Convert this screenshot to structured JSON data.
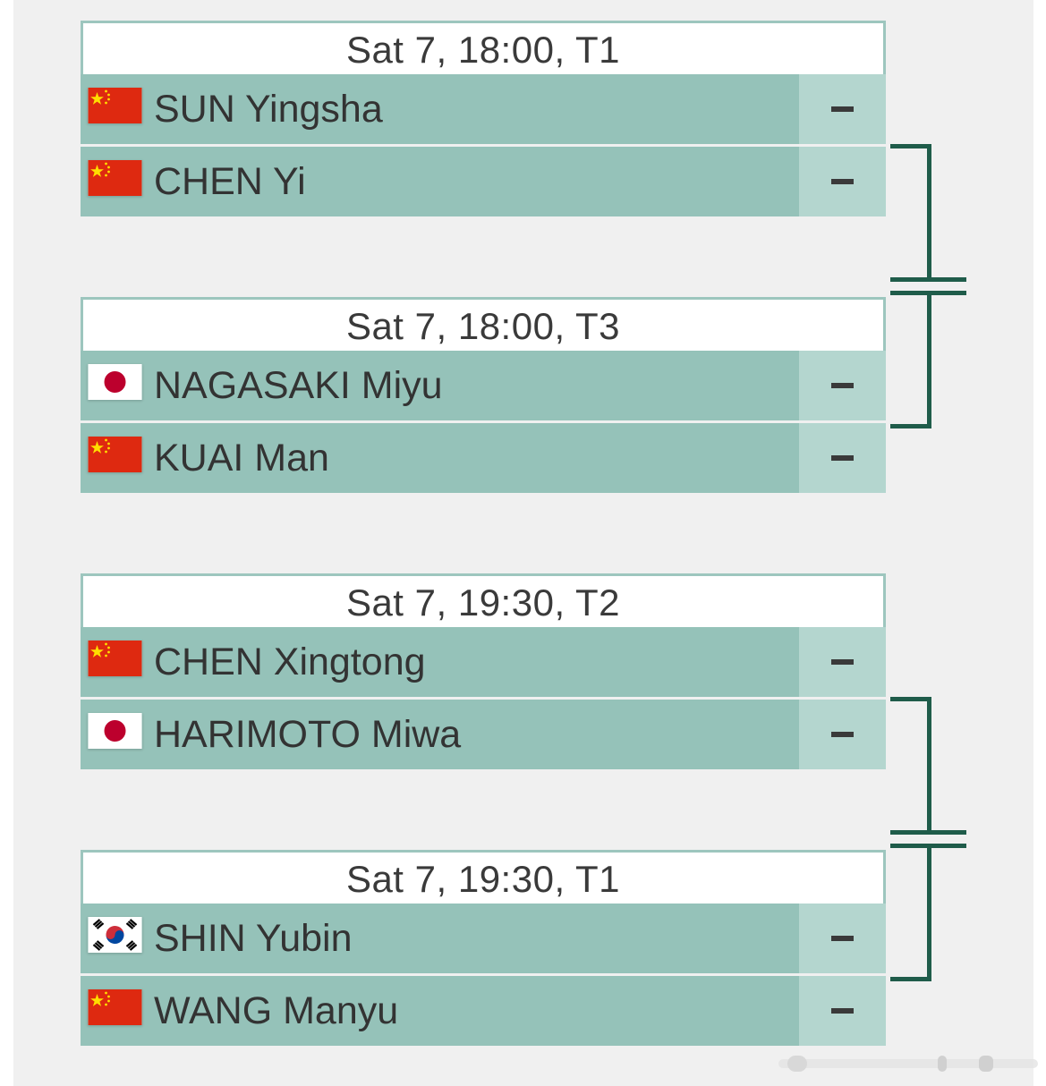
{
  "matches": [
    {
      "header": "Sat 7, 18:00, T1",
      "players": [
        {
          "name": "SUN Yingsha",
          "flag": "china-flag-icon",
          "score": "-"
        },
        {
          "name": "CHEN Yi",
          "flag": "china-flag-icon",
          "score": "-"
        }
      ]
    },
    {
      "header": "Sat 7, 18:00, T3",
      "players": [
        {
          "name": "NAGASAKI Miyu",
          "flag": "japan-flag-icon",
          "score": "-"
        },
        {
          "name": "KUAI Man",
          "flag": "china-flag-icon",
          "score": "-"
        }
      ]
    },
    {
      "header": "Sat 7, 19:30, T2",
      "players": [
        {
          "name": "CHEN Xingtong",
          "flag": "china-flag-icon",
          "score": "-"
        },
        {
          "name": "HARIMOTO Miwa",
          "flag": "japan-flag-icon",
          "score": "-"
        }
      ]
    },
    {
      "header": "Sat 7, 19:30, T1",
      "players": [
        {
          "name": "SHIN Yubin",
          "flag": "korea-flag-icon",
          "score": "-"
        },
        {
          "name": "WANG Manyu",
          "flag": "china-flag-icon",
          "score": "-"
        }
      ]
    }
  ],
  "colors": {
    "background": "#f0f0f0",
    "header_bg": "#ffffff",
    "header_border": "#9dc6be",
    "player_bg": "#95c2b9",
    "score_bg": "#b4d6cf",
    "bracket": "#1f5c4a",
    "text": "#333333"
  }
}
